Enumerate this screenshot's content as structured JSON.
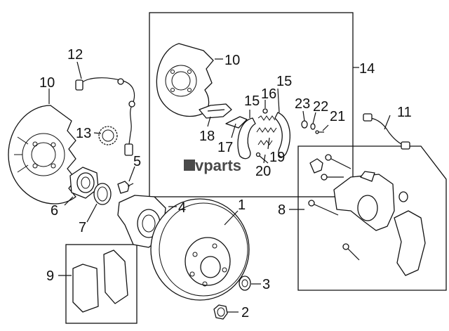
{
  "watermark": {
    "text": "vparts",
    "icon": "lv-monogram-icon"
  },
  "callouts": {
    "c1": "1",
    "c2": "2",
    "c3": "3",
    "c4": "4",
    "c5": "5",
    "c6": "6",
    "c7": "7",
    "c8": "8",
    "c9": "9",
    "c10_left": "10",
    "c10_box": "10",
    "c11": "11",
    "c12": "12",
    "c13": "13",
    "c14": "14",
    "c15_a": "15",
    "c15_b": "15",
    "c16": "16",
    "c17": "17",
    "c18": "18",
    "c19": "19",
    "c20": "20",
    "c21": "21",
    "c22": "22",
    "c23": "23"
  }
}
